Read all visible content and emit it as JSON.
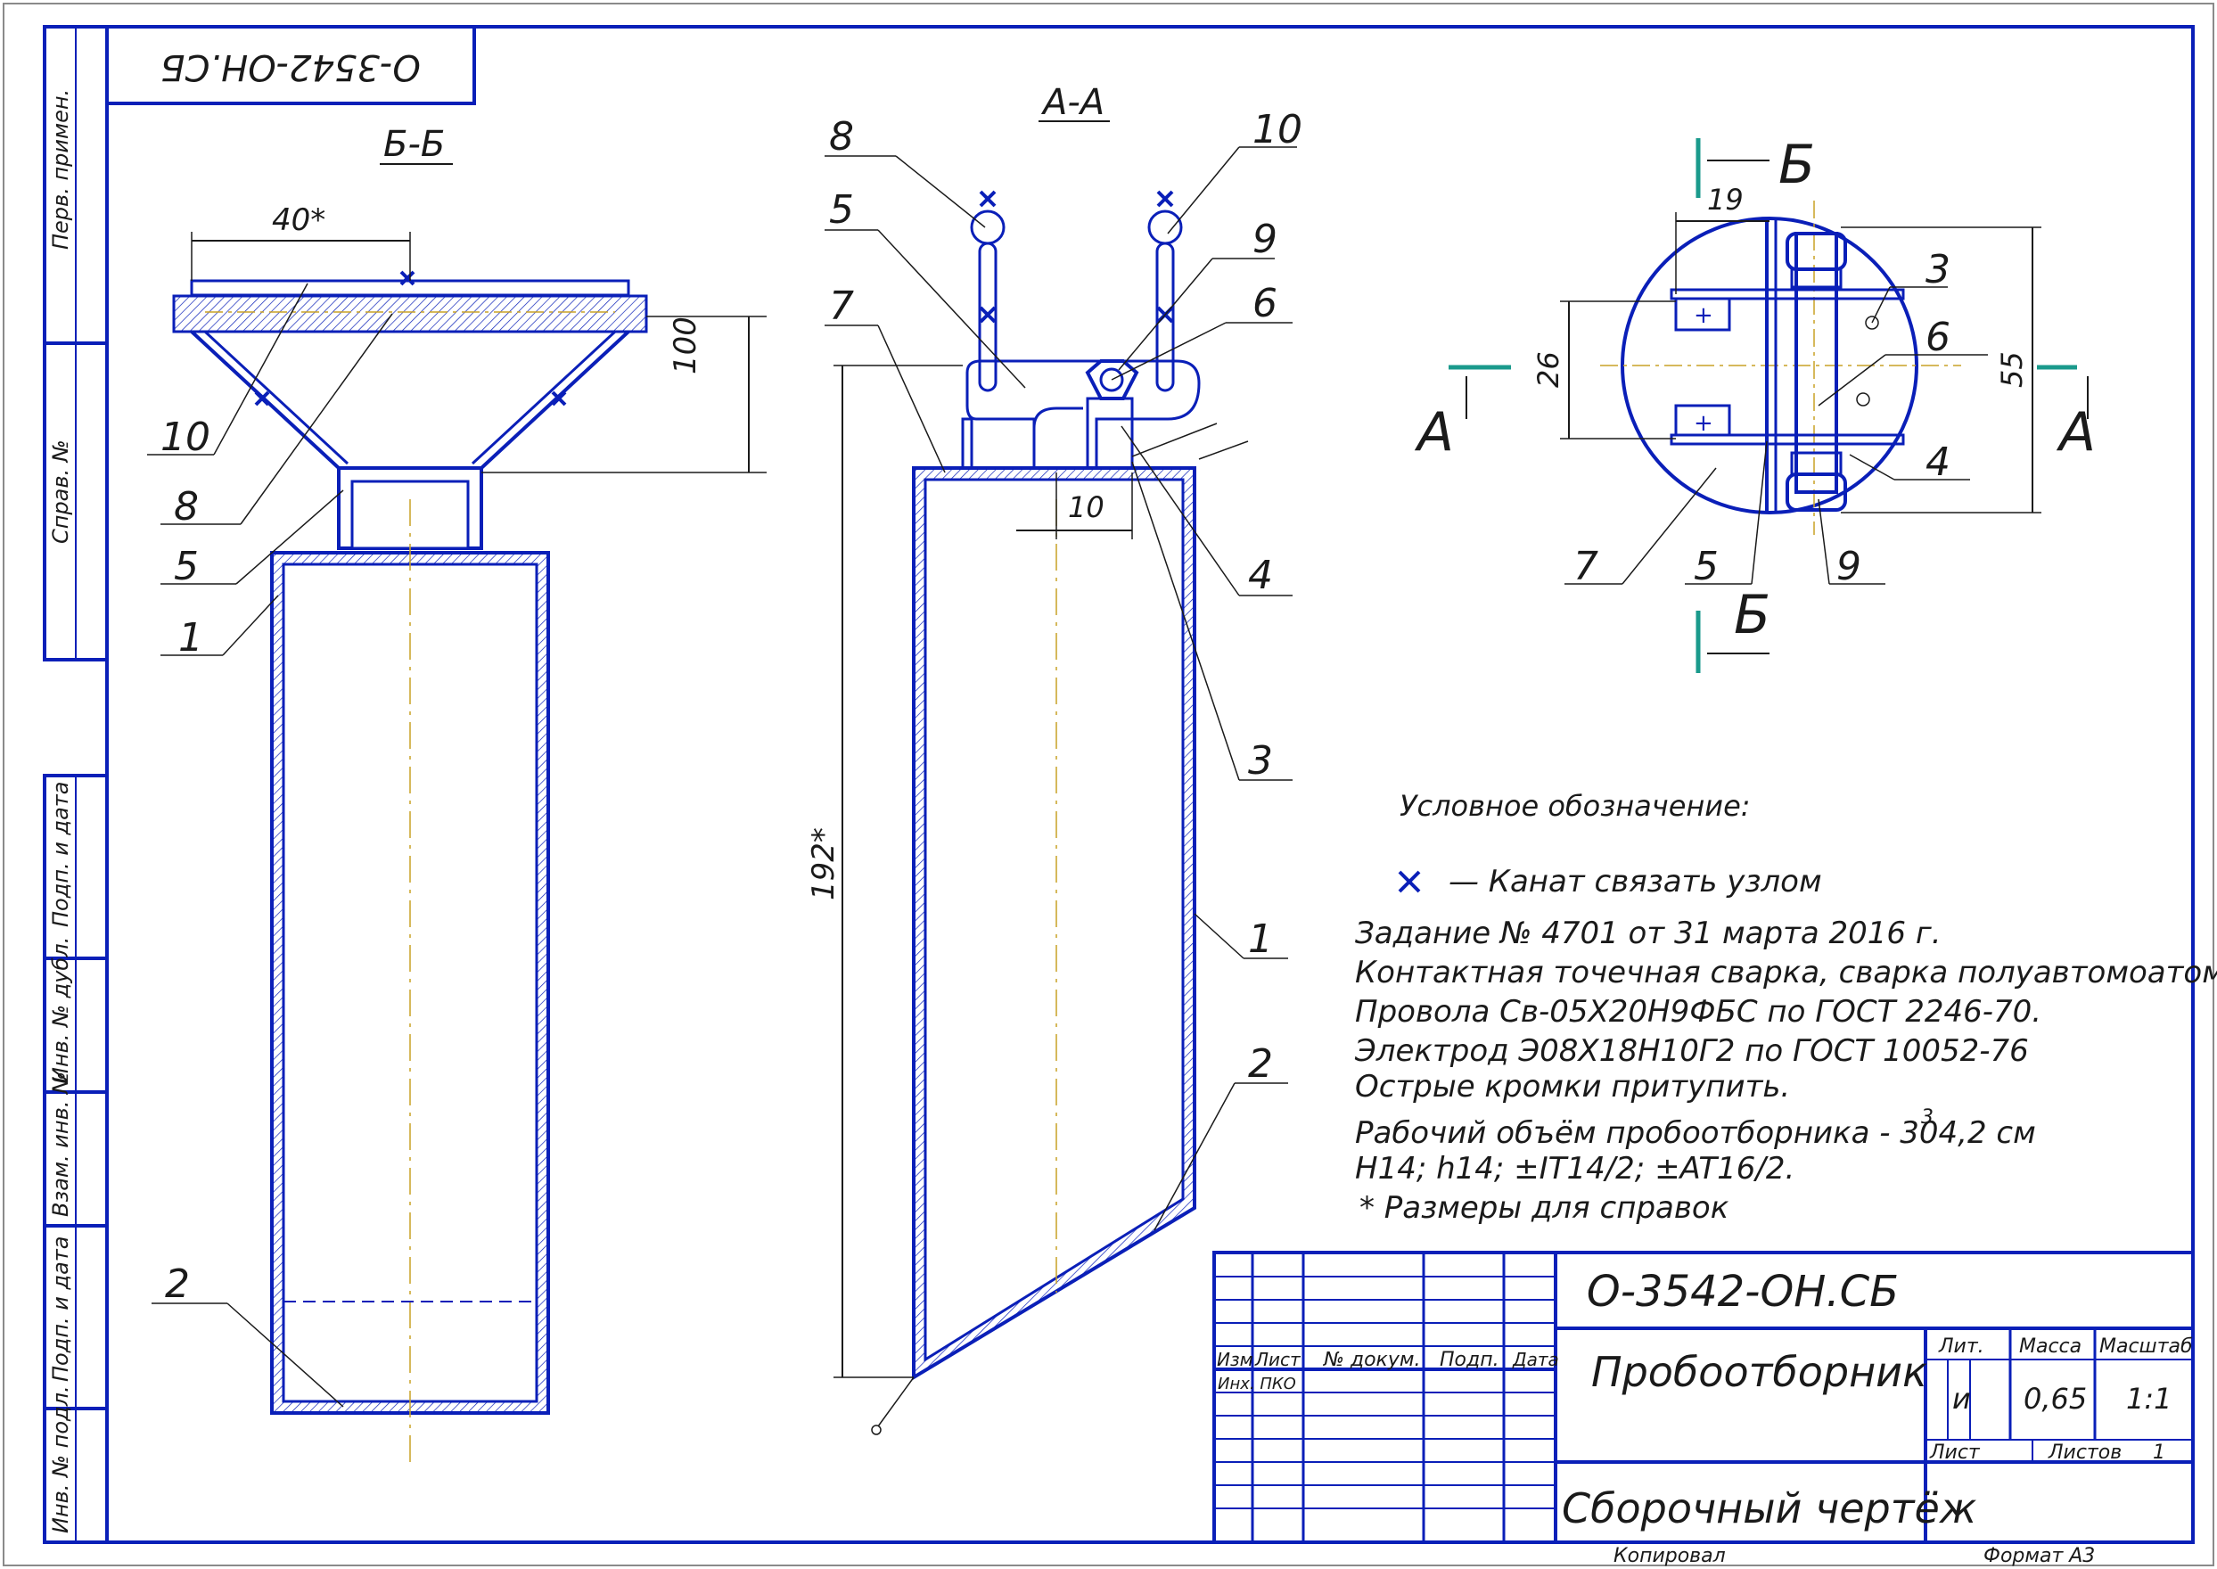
{
  "drawing_number": "О-3542-ОН.СБ",
  "drawing_number_rotated": "О-3542-ОН.СБ",
  "section_bb": "Б-Б",
  "section_aa": "А-А",
  "left_sidebar": {
    "perv_primen": "Перв. примен.",
    "sprav_no": "Справ. №",
    "podp_data_1": "Подп. и дата",
    "inv_dubl": "Инв. № дубл.",
    "vzam_inv": "Взам. инв. №",
    "podp_data_2": "Подп. и дата",
    "inv_podl": "Инв. № подл."
  },
  "view_bb": {
    "dim_width": "40*",
    "dim_height": "100",
    "callouts": [
      "10",
      "8",
      "5",
      "1",
      "2"
    ]
  },
  "view_aa": {
    "dim_height": "192*",
    "dim_gap": "10",
    "callouts_left": [
      "8",
      "5",
      "7"
    ],
    "callouts_right": [
      "10",
      "9",
      "6",
      "4",
      "3",
      "1",
      "2"
    ]
  },
  "view_top": {
    "dim_19": "19",
    "dim_26": "26",
    "dim_55": "55",
    "mark_a_left": "А",
    "mark_a_right": "А",
    "mark_b_top": "Б",
    "mark_b_bottom": "Б",
    "callouts": [
      "3",
      "6",
      "4",
      "9",
      "5",
      "7"
    ]
  },
  "notes": {
    "legend_title": "Условное обозначение:",
    "legend_item": "— Канат связать узлом",
    "lines": [
      "Задание № 4701 от 31 марта 2016 г.",
      "Контактная точечная сварка, сварка полуавтомоатом.",
      "Провола Св-05Х20Н9ФБС по ГОСТ 2246-70.",
      "Электрод Э08Х18Н10Г2 по ГОСТ 10052-76",
      "Острые кромки притупить."
    ],
    "volume": "Рабочий объём пробоотборника - 304,2 см",
    "volume_sup": "3",
    "tolerances": "Н14; h14; ±IT14/2; ±AT16/2.",
    "ref_sizes": "* Размеры для справок"
  },
  "title_block": {
    "doc_number": "О-3542-ОН.СБ",
    "name": "Пробоотборник",
    "doc_type": "Сборочный чертёж",
    "col_izm": "Изм",
    "col_list": "Лист",
    "col_dokum": "№ докум.",
    "col_podp": "Подп.",
    "col_data": "Дата",
    "inkh_pko": "Инх. ПКО",
    "lit_label": "Лит.",
    "massa_label": "Масса",
    "masshtab_label": "Масштаб",
    "lit_value": "и",
    "massa_value": "0,65",
    "masshtab_value": "1:1",
    "list_label": "Лист",
    "listov_label": "Листов",
    "listov_value": "1",
    "kopiroval": "Копировал",
    "format": "Формат   А3"
  },
  "colors": {
    "line": "#0a1fb8",
    "text": "#1a1a1a",
    "axis": "#c9a227",
    "section_mark": "#1a9a8c"
  }
}
